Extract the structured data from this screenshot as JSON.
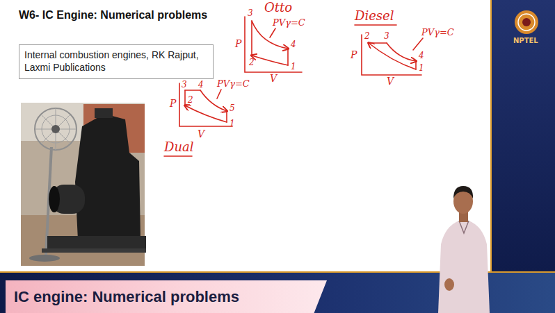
{
  "diagram": {
    "title": "W6- IC Engine: Numerical problems",
    "nodes": [
      {
        "text": [
          "Internal combustion engines, RK Rajput, Laxmi Publications"
        ]
      },
      {
        "text": [
          "IC engine: Numerical problems"
        ]
      }
    ],
    "labels": [
      "Otto",
      "P",
      "V",
      "3",
      "2",
      "4",
      "1",
      "PVγ=C",
      "Diesel",
      "P",
      "V",
      "2",
      "3",
      "4",
      "1",
      "PVγ=C",
      "P",
      "V",
      "3",
      "4",
      "2",
      "5",
      "1",
      "PVγ=C",
      "Dual",
      "NPTEL"
    ]
  }
}
